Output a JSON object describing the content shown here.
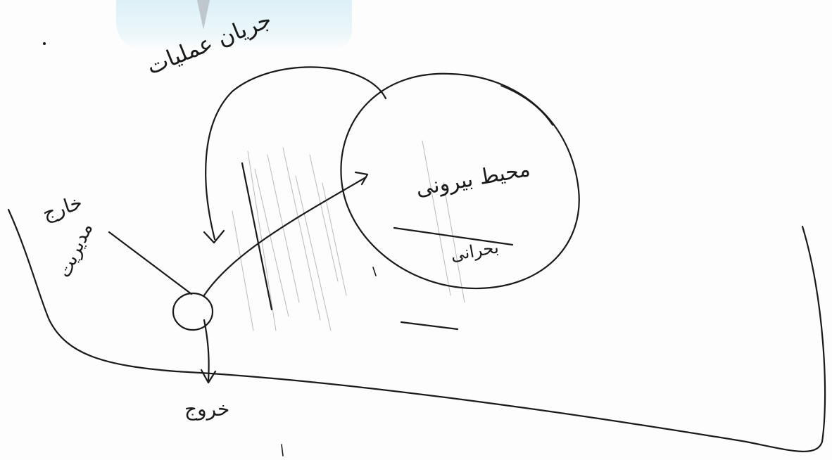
{
  "labels": {
    "arc_label": "جریان عملیات",
    "circle_label_top": "محیط بیرونی",
    "circle_label_bottom": "بحرانی",
    "left_label_top": "خارج",
    "left_label_bottom": "مدیریت",
    "bottom_label": "خروج"
  },
  "colors": {
    "ink": "#1a1a1a",
    "paper": "#fdfdfd",
    "tape": "#d9f0f7"
  }
}
